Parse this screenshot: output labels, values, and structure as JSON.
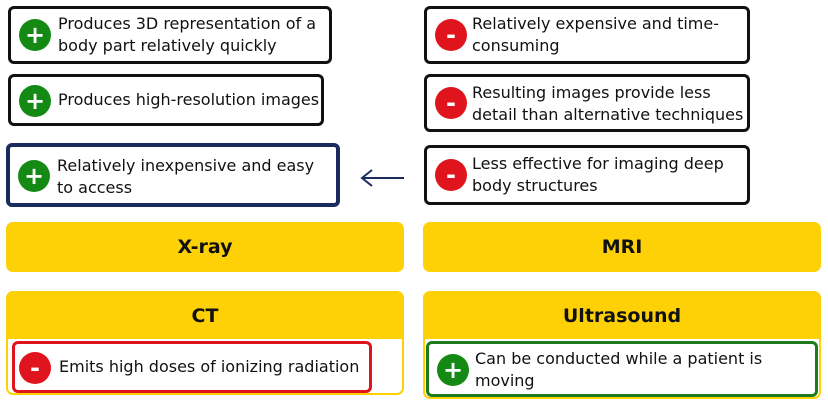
{
  "left_cards": [
    {
      "sign": "+",
      "lines": [
        "Produces 3D representation of a",
        "body part relatively quickly"
      ]
    },
    {
      "sign": "+",
      "lines": [
        "Produces high-resolution images"
      ]
    },
    {
      "sign": "+",
      "lines": [
        "Relatively inexpensive and easy",
        "to access"
      ]
    }
  ],
  "right_cards": [
    {
      "sign": "-",
      "lines": [
        "Relatively expensive and time-",
        "consuming"
      ]
    },
    {
      "sign": "-",
      "lines": [
        "Resulting images provide less",
        "detail than alternative techniques"
      ]
    },
    {
      "sign": "-",
      "lines": [
        "Less effective for imaging deep",
        "body structures"
      ]
    }
  ],
  "panels": {
    "xray": "X-ray",
    "mri": "MRI",
    "ct": "CT",
    "ultrasound": "Ultrasound"
  },
  "ct_card": {
    "sign": "-",
    "lines": [
      "Emits high doses of ionizing radiation"
    ]
  },
  "ultrasound_card": {
    "sign": "+",
    "lines": [
      "Can be conducted while a patient is",
      "moving"
    ]
  },
  "colors": {
    "panel_yellow": "#fdd106",
    "plus_green": "#148a14",
    "minus_red": "#e0141d",
    "selected_navy": "#1b2b5e"
  }
}
